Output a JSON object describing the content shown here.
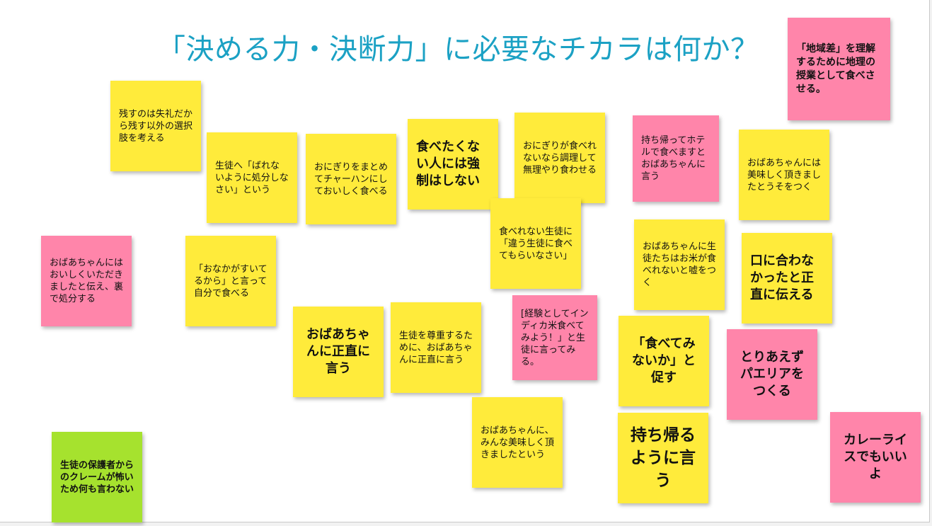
{
  "slide": {
    "title": "「決める力・決断力」に必要なチカラは何か？",
    "colors": {
      "title": "#1ba1c4",
      "yellow": "#ffeb3b",
      "pink": "#ff85aa",
      "green": "#a6e22e"
    },
    "notes": [
      {
        "id": "n1",
        "text": "残すのは失礼だから残す以外の選択肢を考える",
        "color": "yellow"
      },
      {
        "id": "n2",
        "text": "生徒へ「ばれないように処分しなさい」という",
        "color": "yellow"
      },
      {
        "id": "n3",
        "text": "おにぎりをまとめてチャーハンにしておいしく食べる",
        "color": "yellow"
      },
      {
        "id": "n4",
        "text": "食べたくない人には強制はしない",
        "color": "yellow"
      },
      {
        "id": "n5",
        "text": "おにぎりが食べれないなら調理して無理やり食わせる",
        "color": "yellow"
      },
      {
        "id": "n6",
        "text": "持ち帰ってホテルで食べますとおばあちゃんに言う",
        "color": "pink"
      },
      {
        "id": "n7",
        "text": "「地域差」を理解するために地理の授業として食べさせる。",
        "color": "pink"
      },
      {
        "id": "n8",
        "text": "おばあちゃんには美味しく頂きましたとうそをつく",
        "color": "yellow"
      },
      {
        "id": "n9",
        "text": "食べれない生徒に「違う生徒に食べてもらいなさい」",
        "color": "yellow"
      },
      {
        "id": "n10",
        "text": "おばあちゃんにはおいしくいただきましたと伝え、裏で処分する",
        "color": "pink"
      },
      {
        "id": "n11",
        "text": "「おなかがすいてるから」と言って自分で食べる",
        "color": "yellow"
      },
      {
        "id": "n12",
        "text": "おばあちゃんに生徒たちはお米が食べれないと嘘をつく",
        "color": "yellow"
      },
      {
        "id": "n13",
        "text": "口に合わなかったと正直に伝える",
        "color": "yellow"
      },
      {
        "id": "n14",
        "text": "おばあちゃんに正直に言う",
        "color": "yellow"
      },
      {
        "id": "n15",
        "text": "生徒を尊重するために、おばあちゃんに正直に言う",
        "color": "yellow"
      },
      {
        "id": "n16",
        "text": "[経験としてインディカ米食べてみよう！」と生徒に言ってみる。",
        "color": "pink"
      },
      {
        "id": "n17",
        "text": "「食べてみないか」と促す",
        "color": "yellow"
      },
      {
        "id": "n18",
        "text": "とりあえずパエリアをつくる",
        "color": "pink"
      },
      {
        "id": "n19",
        "text": "おばあちゃんに、みんな美味しく頂きましたという",
        "color": "yellow"
      },
      {
        "id": "n20",
        "text": "持ち帰るように言う",
        "color": "yellow"
      },
      {
        "id": "n21",
        "text": "カレーライスでもいいよ",
        "color": "pink"
      },
      {
        "id": "n22",
        "text": "生徒の保護者からのクレームが怖いため何も言わない",
        "color": "green"
      }
    ]
  }
}
